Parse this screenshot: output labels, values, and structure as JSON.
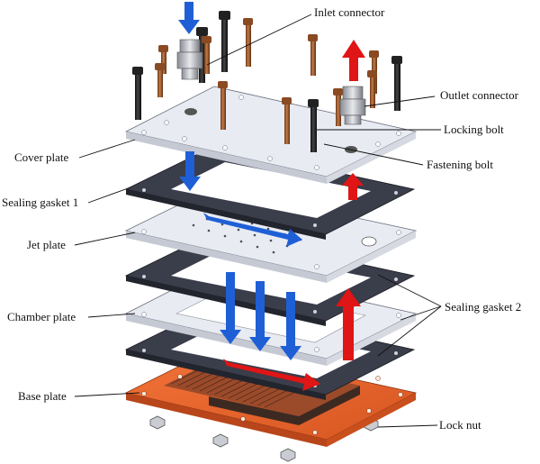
{
  "labels": {
    "inlet_connector": "Inlet connector",
    "outlet_connector": "Outlet connector",
    "locking_bolt": "Locking bolt",
    "cover_plate": "Cover plate",
    "fastening_bolt": "Fastening bolt",
    "sealing_gasket_1": "Sealing gasket 1",
    "jet_plate": "Jet plate",
    "sealing_gasket_2": "Sealing gasket 2",
    "chamber_plate": "Chamber plate",
    "base_plate": "Base plate",
    "lock_nut": "Lock nut"
  },
  "colors": {
    "inflow_arrow": "#1f5fd6",
    "outflow_arrow": "#e01515",
    "plate_light": "#e8ebf2",
    "gasket_dark": "#3a3d4a",
    "base_copper": "#e8622a",
    "bolt_black": "#1e1e22",
    "bolt_bronze": "#9a5a30"
  }
}
